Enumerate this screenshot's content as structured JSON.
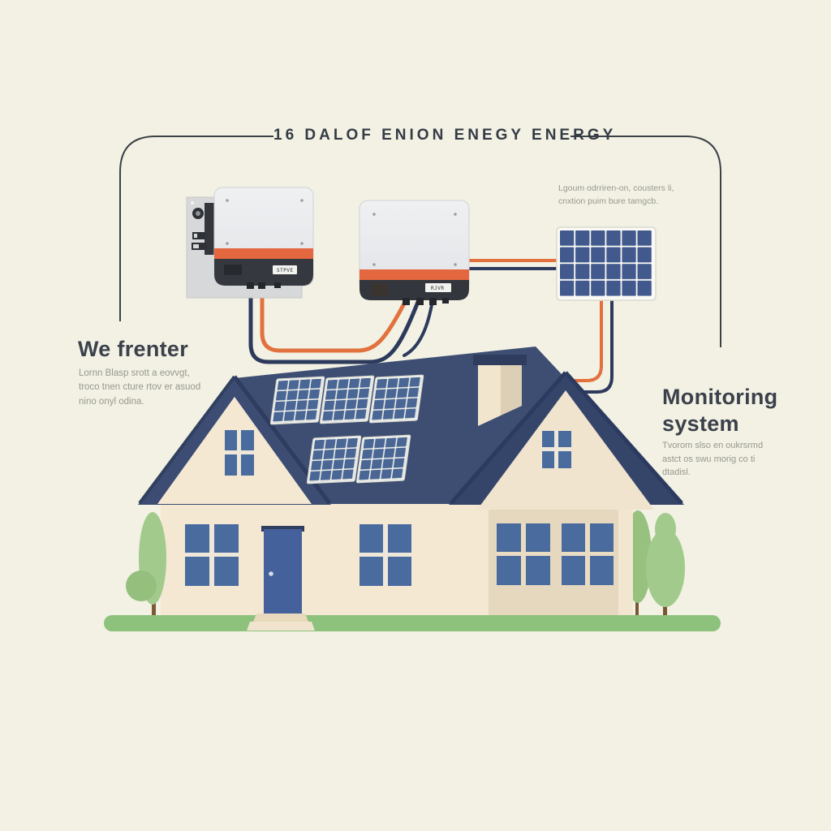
{
  "title": "16 DALOF ENION ENEGY ENERGY",
  "notes": {
    "top_right": {
      "line1": "Lgoum odrriren-on, cousters li,",
      "line2": "cnxtion puim bure tamgcb."
    },
    "left": {
      "heading": "We frenter",
      "line1": "Lornn Blasp srott a eovvgt,",
      "line2": "troco tnen cture rtov er asuod",
      "line3": "nino onyl odina."
    },
    "right": {
      "heading_line1": "Monitoring",
      "heading_line2": "system",
      "line1": "Tvorom slso en oukrsrmd",
      "line2": "astct os swu morig co ti",
      "line3": "dtadisl."
    }
  },
  "devices": {
    "inverter1_label": "STPVE",
    "inverter2_label": "RJVR"
  },
  "colors": {
    "background": "#f2f1e4",
    "frame_line": "#3b4147",
    "roof_navy": "#3e4e73",
    "roof_navy_dark": "#2e3c5f",
    "wall_cream": "#f4e8d3",
    "wall_beige": "#e6d8bf",
    "window_blue": "#4a6b9e",
    "solar_cell_blue": "#41598c",
    "accent_orange": "#e5673f",
    "wire_navy": "#2d3a5c",
    "grass_green": "#8cc27b",
    "tree_green": "#a3ca8d",
    "inverter_gray": "#e9ebed",
    "inverter_dark": "#35383e"
  }
}
